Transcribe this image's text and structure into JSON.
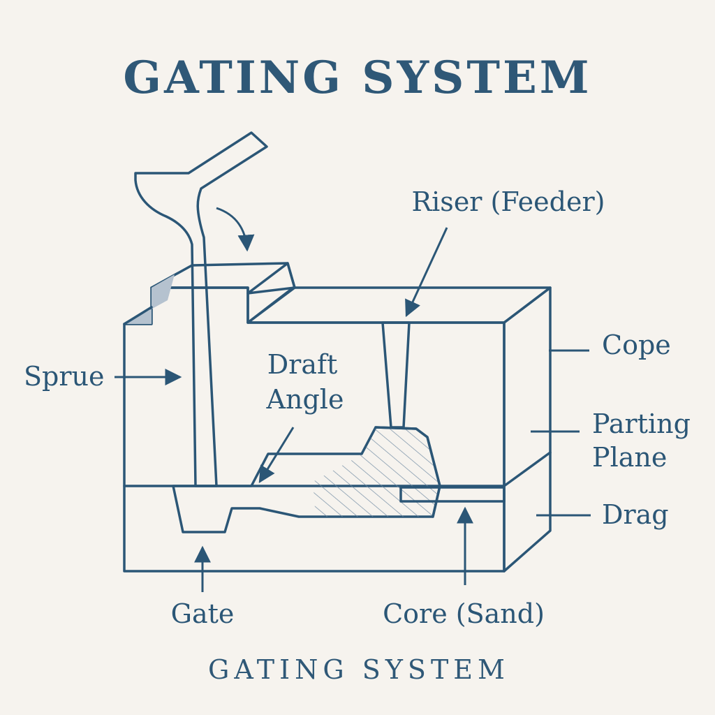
{
  "title": "GATING SYSTEM",
  "subtitle": "GATING SYSTEM",
  "labels": {
    "riser": "Riser (Feeder)",
    "cope": "Cope",
    "sprue": "Sprue",
    "draft_angle_line1": "Draft",
    "draft_angle_line2": "Angle",
    "parting_plane_line1": "Parting",
    "parting_plane_line2": "Plane",
    "drag": "Drag",
    "gate": "Gate",
    "core": "Core (Sand)"
  },
  "colors": {
    "background": "#f6f3ee",
    "ink": "#2b5676",
    "block_front": "#c6d0da",
    "block_top": "#b5c2cf",
    "block_side": "#95a8ba",
    "cavity": "#a9b8c7",
    "core_insert": "#f8f6f1"
  }
}
